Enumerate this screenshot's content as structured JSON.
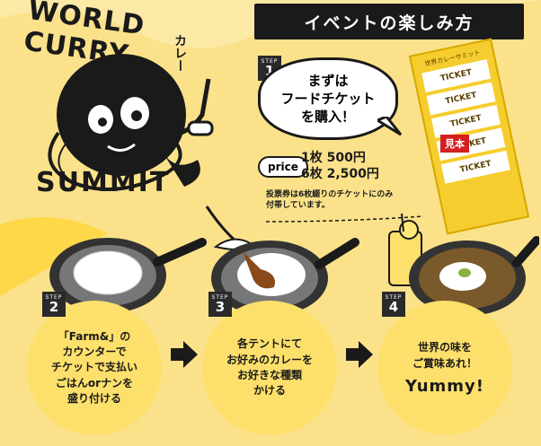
{
  "title": "イベントの楽しみ方",
  "logo": {
    "top": "WORLD CURRY",
    "bottom": "SUMMIT",
    "side": "カレー"
  },
  "step_label": "STEP",
  "steps": [
    {
      "num": "1",
      "text": "まずは\nフードチケット\nを購入！"
    },
    {
      "num": "2",
      "text": "「Farm&」の\nカウンターで\nチケットで支払い\nごはんorナンを\n盛り付ける"
    },
    {
      "num": "3",
      "text": "各テントにて\nお好みのカレーを\nお好きな種類\nかける"
    },
    {
      "num": "4",
      "text": "世界の味を\nご賞味あれ！",
      "emphasis": "Yummy!"
    }
  ],
  "price": {
    "label": "price",
    "line1": "1枚 500円",
    "line2": "6枚 2,500円"
  },
  "note": "投票券は6枚綴りのチケットにのみ\n付帯しています。",
  "ticket": {
    "header": "世界カレーサミット",
    "word": "TICKET",
    "sample": "見本"
  },
  "colors": {
    "yellow": "#fde06b",
    "background": "#fde9a6",
    "dark": "#1a1a1a",
    "red": "#d32020"
  }
}
